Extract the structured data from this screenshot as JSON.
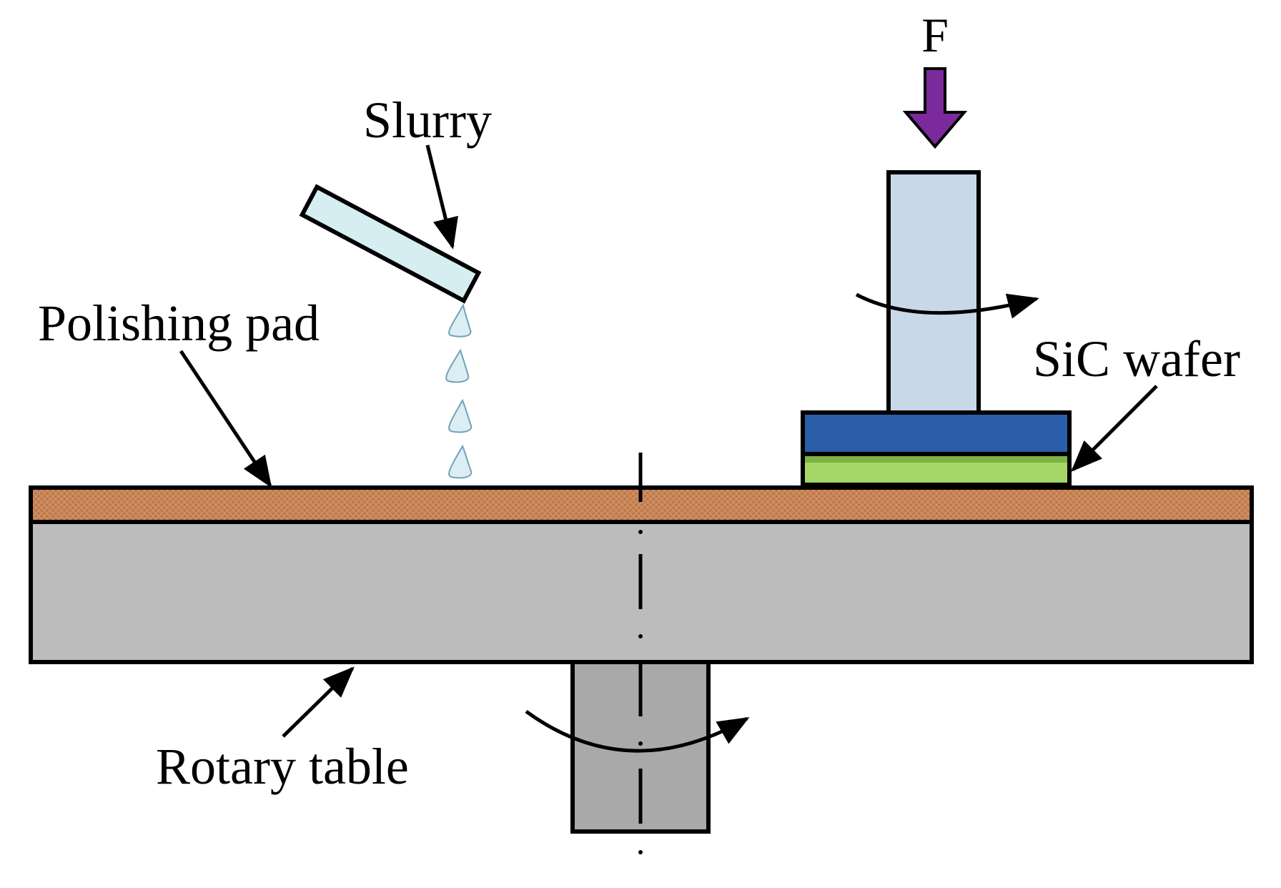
{
  "labels": {
    "force": "F",
    "slurry": "Slurry",
    "polishing_pad": "Polishing pad",
    "sic_wafer": "SiC wafer",
    "rotary_table": "Rotary table"
  },
  "colors": {
    "pad": "#c9875a",
    "pad_texture": "#b36f3e",
    "table": "#bcbcbc",
    "shaft": "#a9a9a9",
    "holder": "#c9d8e8",
    "nozzle": "#d6edf2",
    "droplet": "#dcedf4",
    "carrier": "#2b5ea8",
    "wafer_light": "#a6d668",
    "wafer_dark": "#7cb342",
    "force_arrow": "#7a2a9a",
    "outline": "#000000"
  },
  "icons": {
    "force": "down-arrow-icon",
    "rotation": "curved-rotation-arrow-icon",
    "droplet": "slurry-droplet-icon"
  }
}
